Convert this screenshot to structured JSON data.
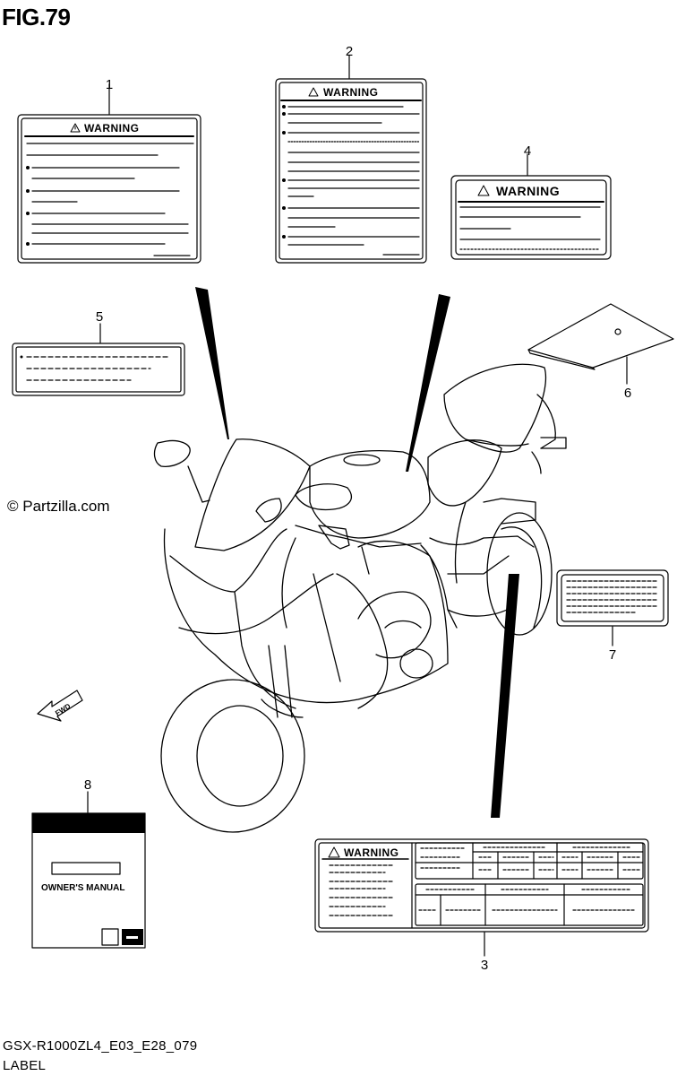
{
  "figure": {
    "title": "FIG.79"
  },
  "copyright": "© Partzilla.com",
  "footer": {
    "code": "GSX-R1000ZL4_E03_E28_079",
    "label": "LABEL"
  },
  "callouts": [
    "1",
    "2",
    "3",
    "4",
    "5",
    "6",
    "7",
    "8"
  ],
  "labels": {
    "warning_text": "WARNING",
    "owners_manual_text": "OWNER'S MANUAL",
    "fwd_text": "FWD"
  }
}
